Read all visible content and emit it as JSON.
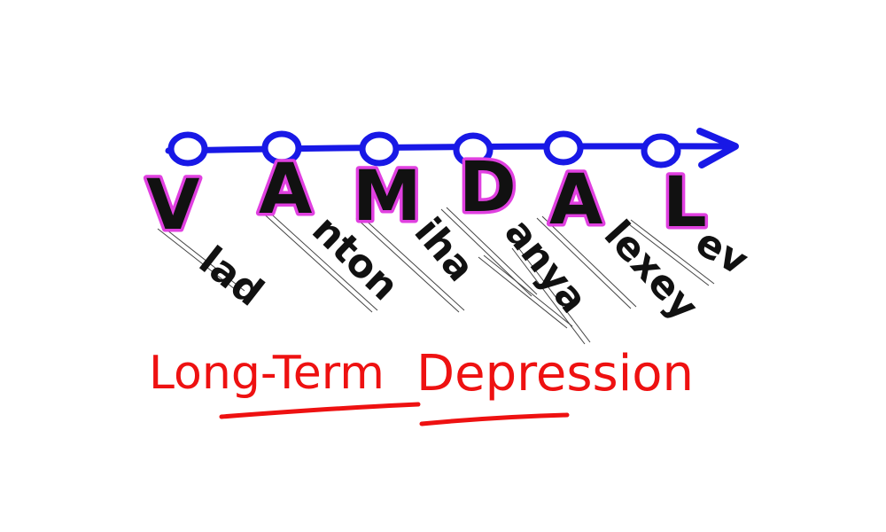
{
  "timeline": {
    "colors": {
      "line": "#1818e6",
      "node_fill": "#ffffff"
    },
    "nodes": 6
  },
  "names": [
    {
      "initial": "V",
      "rest": "lad"
    },
    {
      "initial": "A",
      "rest": "nton"
    },
    {
      "initial": "M",
      "rest": "iha"
    },
    {
      "initial": "D",
      "rest": "anya"
    },
    {
      "initial": "A",
      "rest": "lexey"
    },
    {
      "initial": "L",
      "rest": "ev"
    }
  ],
  "caption": {
    "part1": "Long-Term",
    "part2": "Depression",
    "color": "#ee1111"
  },
  "colors": {
    "initial_outline": "#e040e0",
    "text": "#111111"
  }
}
